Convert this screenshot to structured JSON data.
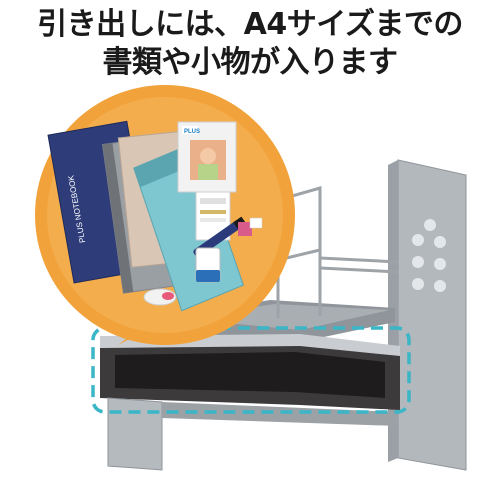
{
  "caption": {
    "line1": "引き出しには、A4サイズまでの",
    "line2": "書類や小物が入ります"
  },
  "items": {
    "notebook_brand": "PLUS",
    "notebook_label": "PLUS NOTEBOOK",
    "photo_paper_label": "PLUS"
  },
  "colors": {
    "callout_orange": "#f2a23a",
    "highlight_dash": "#3ab6c6",
    "organizer_gray": "#a8adb2",
    "blue_folder": "#7ec6d0",
    "navy_notebook": "#2e3d7a"
  }
}
